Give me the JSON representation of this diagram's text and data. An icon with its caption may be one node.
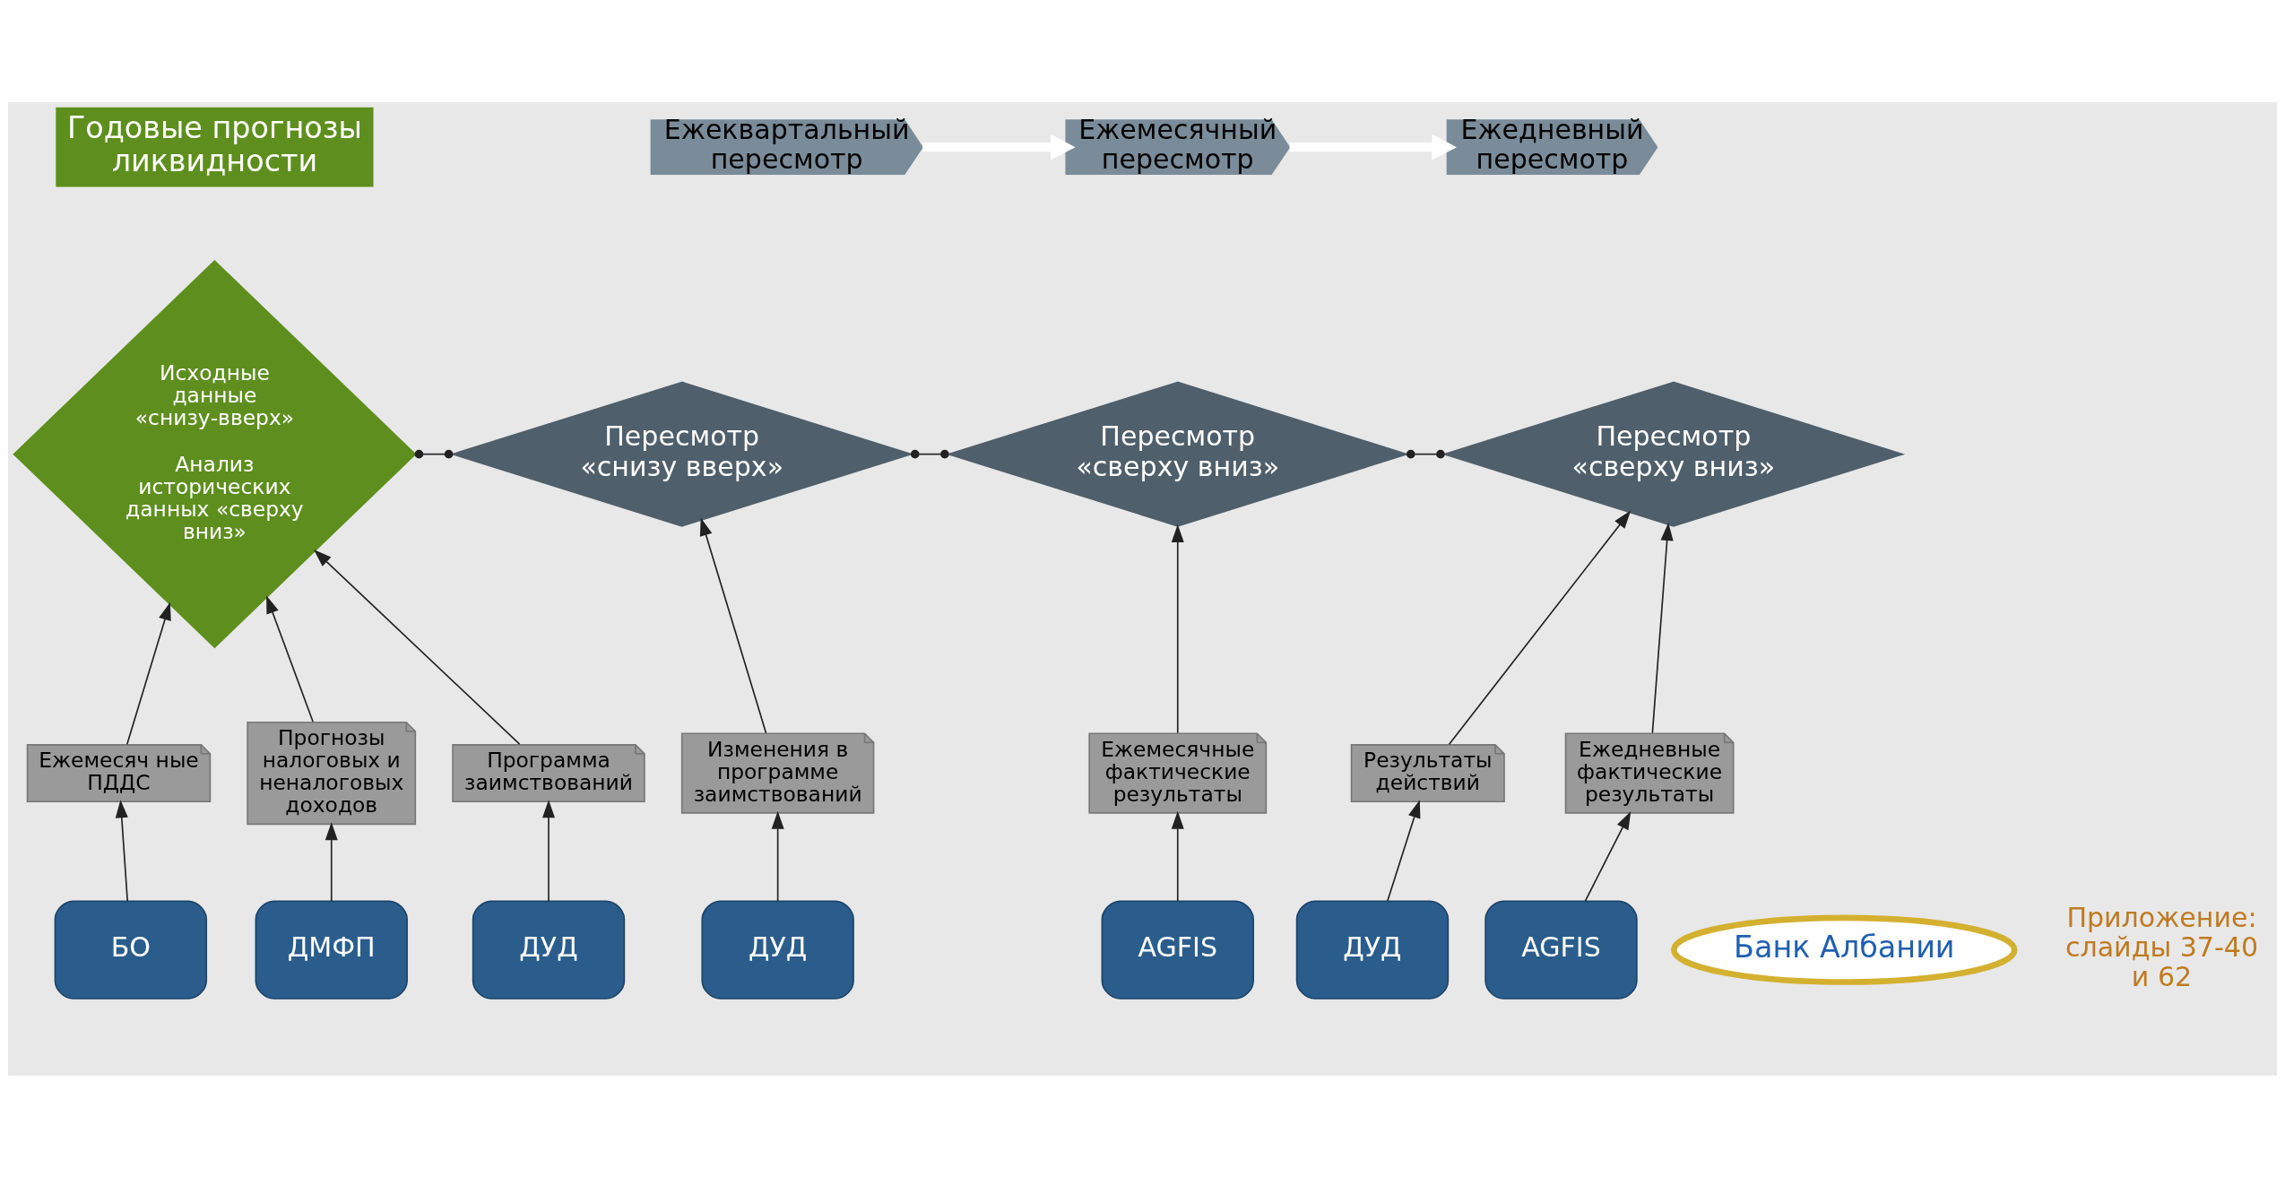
{
  "diagram": {
    "nodes": [
      {
        "text": [
          "Годовые прогнозы ликвидности"
        ]
      },
      {
        "text": [
          "Ежеквартальный пересмотр"
        ]
      },
      {
        "text": [
          "Ежемесячный пересмотр"
        ]
      },
      {
        "text": [
          "Ежедневный пересмотр"
        ]
      },
      {
        "text": [
          "Исходные данные «снизу-вверх»",
          "Анализ исторических данных «сверху вниз»"
        ]
      },
      {
        "text": [
          "Пересмотр «снизу вверх»"
        ]
      },
      {
        "text": [
          "Пересмотр «сверху вниз»"
        ]
      },
      {
        "text": [
          "Пересмотр «сверху вниз»"
        ]
      },
      {
        "text": [
          "Ежемесяч ные ПДДС"
        ]
      },
      {
        "text": [
          "Прогнозы налоговых и неналоговых доходов"
        ]
      },
      {
        "text": [
          "Программа заимствований"
        ]
      },
      {
        "text": [
          "Изменения в программе заимствований"
        ]
      },
      {
        "text": [
          "Ежемесячные фактические результаты"
        ]
      },
      {
        "text": [
          "Результаты действий"
        ]
      },
      {
        "text": [
          "Ежедневные фактические результаты"
        ]
      },
      {
        "text": [
          "БО"
        ]
      },
      {
        "text": [
          "ДМФП"
        ]
      },
      {
        "text": [
          "ДУД"
        ]
      },
      {
        "text": [
          "ДУД"
        ]
      },
      {
        "text": [
          "AGFIS"
        ]
      },
      {
        "text": [
          "ДУД"
        ]
      },
      {
        "text": [
          "AGFIS"
        ]
      },
      {
        "text": [
          "Банк Албании"
        ]
      }
    ],
    "edges": [
      {
        "from": 1,
        "to": 2,
        "arrow": "to",
        "style": "thick",
        "color": "#ffffff"
      },
      {
        "from": 2,
        "to": 3,
        "arrow": "to",
        "style": "thick",
        "color": "#ffffff"
      },
      {
        "from": 4,
        "to": 5,
        "arrow": "other"
      },
      {
        "from": 5,
        "to": 6,
        "arrow": "other"
      },
      {
        "from": 6,
        "to": 7,
        "arrow": "other"
      },
      {
        "from": 15,
        "to": 8,
        "arrow": "to"
      },
      {
        "from": 16,
        "to": 9,
        "arrow": "to"
      },
      {
        "from": 17,
        "to": 10,
        "arrow": "to"
      },
      {
        "from": 18,
        "to": 11,
        "arrow": "to"
      },
      {
        "from": 19,
        "to": 12,
        "arrow": "to"
      },
      {
        "from": 20,
        "to": 13,
        "arrow": "to"
      },
      {
        "from": 21,
        "to": 14,
        "arrow": "to"
      },
      {
        "from": 8,
        "to": 4,
        "arrow": "to"
      },
      {
        "from": 9,
        "to": 4,
        "arrow": "to"
      },
      {
        "from": 10,
        "to": 4,
        "arrow": "to"
      },
      {
        "from": 11,
        "to": 5,
        "arrow": "to"
      },
      {
        "from": 12,
        "to": 6,
        "arrow": "to"
      },
      {
        "from": 13,
        "to": 7,
        "arrow": "to"
      },
      {
        "from": 14,
        "to": 7,
        "arrow": "to"
      }
    ],
    "labels": [
      "Приложение: слайды 37-40 и 62"
    ]
  }
}
